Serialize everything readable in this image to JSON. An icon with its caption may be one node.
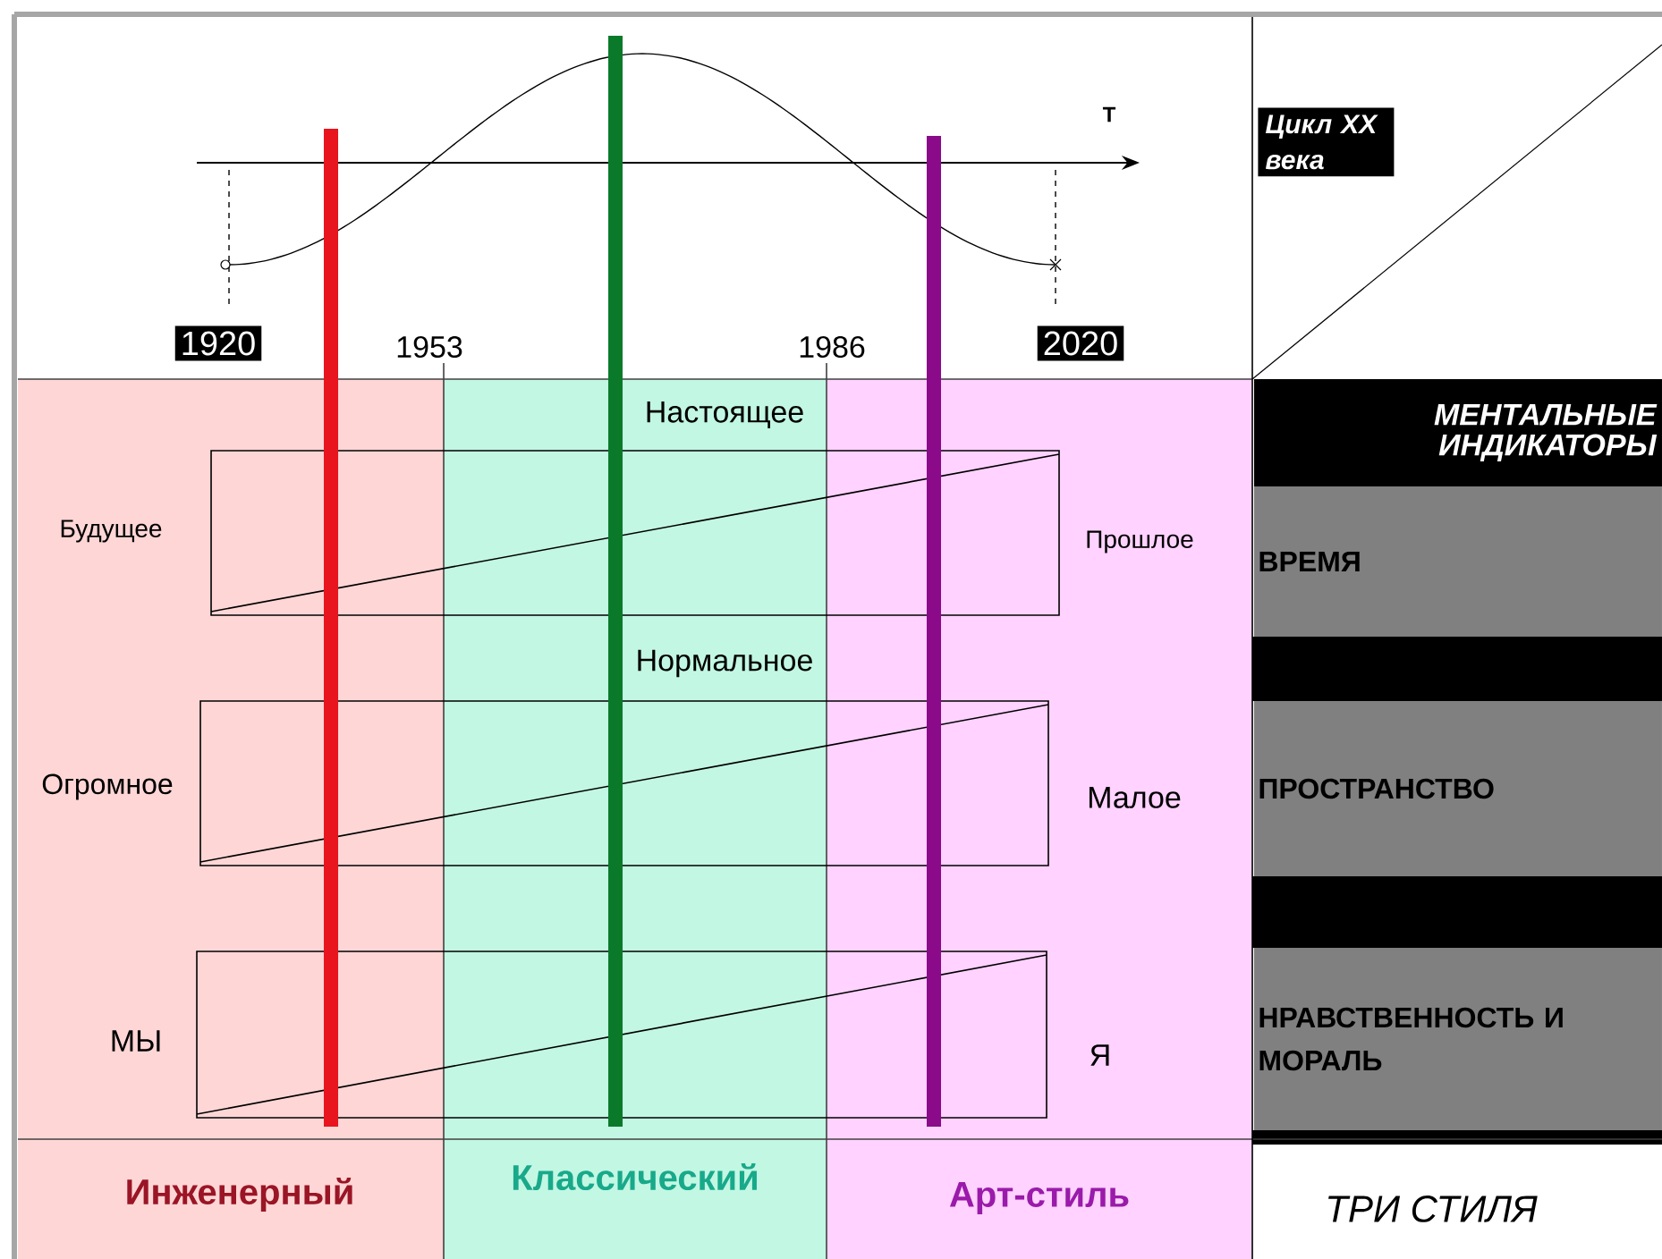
{
  "diagram": {
    "nodes": [
      {
        "text": [
          "1920"
        ]
      },
      {
        "text": [
          "2020"
        ]
      },
      {
        "text": [
          "Цикл XX века"
        ]
      },
      {
        "text": [
          "Инженерный"
        ]
      },
      {
        "text": [
          "Классический"
        ]
      },
      {
        "text": [
          "Арт-стиль"
        ]
      },
      {
        "text": [
          "МЕНТАЛЬНЫЕ ИНДИКАТОРЫ"
        ]
      },
      {
        "text": [
          "ВРЕМЯ"
        ]
      },
      {
        "text": [
          "ПРОСТРАНСТВО"
        ]
      },
      {
        "text": [
          "НРАВСТВЕННОСТЬ И МОРАЛЬ"
        ]
      },
      {
        "text": [],
        "shape": "bar"
      },
      {
        "text": [],
        "shape": "bar"
      },
      {
        "text": [],
        "shape": "bar"
      }
    ],
    "labels": [
      "T",
      "1953",
      "1986",
      "Настоящее",
      "Будущее",
      "Прошлое",
      "Нормальное",
      "Огромное",
      "Малое",
      "МЫ",
      "Я",
      "ТРИ СТИЛЯ"
    ]
  }
}
